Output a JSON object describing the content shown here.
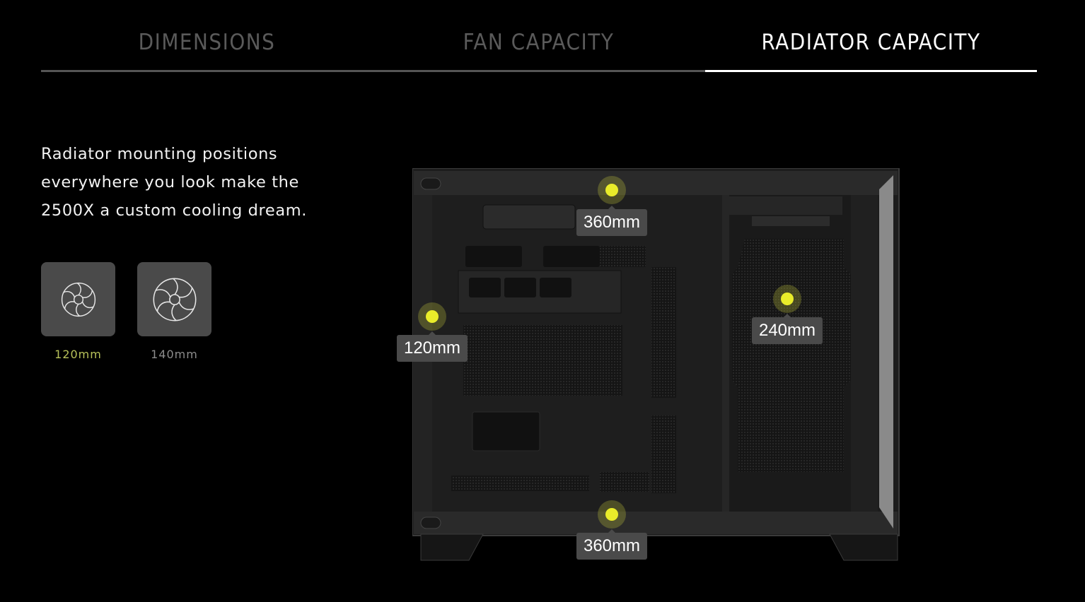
{
  "tabs": [
    {
      "label": "DIMENSIONS",
      "active": false
    },
    {
      "label": "FAN CAPACITY",
      "active": false
    },
    {
      "label": "RADIATOR CAPACITY",
      "active": true
    }
  ],
  "description": "Radiator mounting positions everywhere you look make the 2500X a custom cooling dream.",
  "fan_options": [
    {
      "label": "120mm",
      "icon": "fan-icon",
      "active": true
    },
    {
      "label": "140mm",
      "icon": "fan-icon",
      "active": false
    }
  ],
  "markers": [
    {
      "position": "top",
      "label": "360mm"
    },
    {
      "position": "front",
      "label": "120mm"
    },
    {
      "position": "side",
      "label": "240mm"
    },
    {
      "position": "bottom",
      "label": "360mm"
    }
  ],
  "colors": {
    "accent": "#e9ec2a",
    "active_label": "#b8c25a",
    "inactive_tab": "#5a5a5a",
    "tile_bg": "#4a4a4a"
  }
}
